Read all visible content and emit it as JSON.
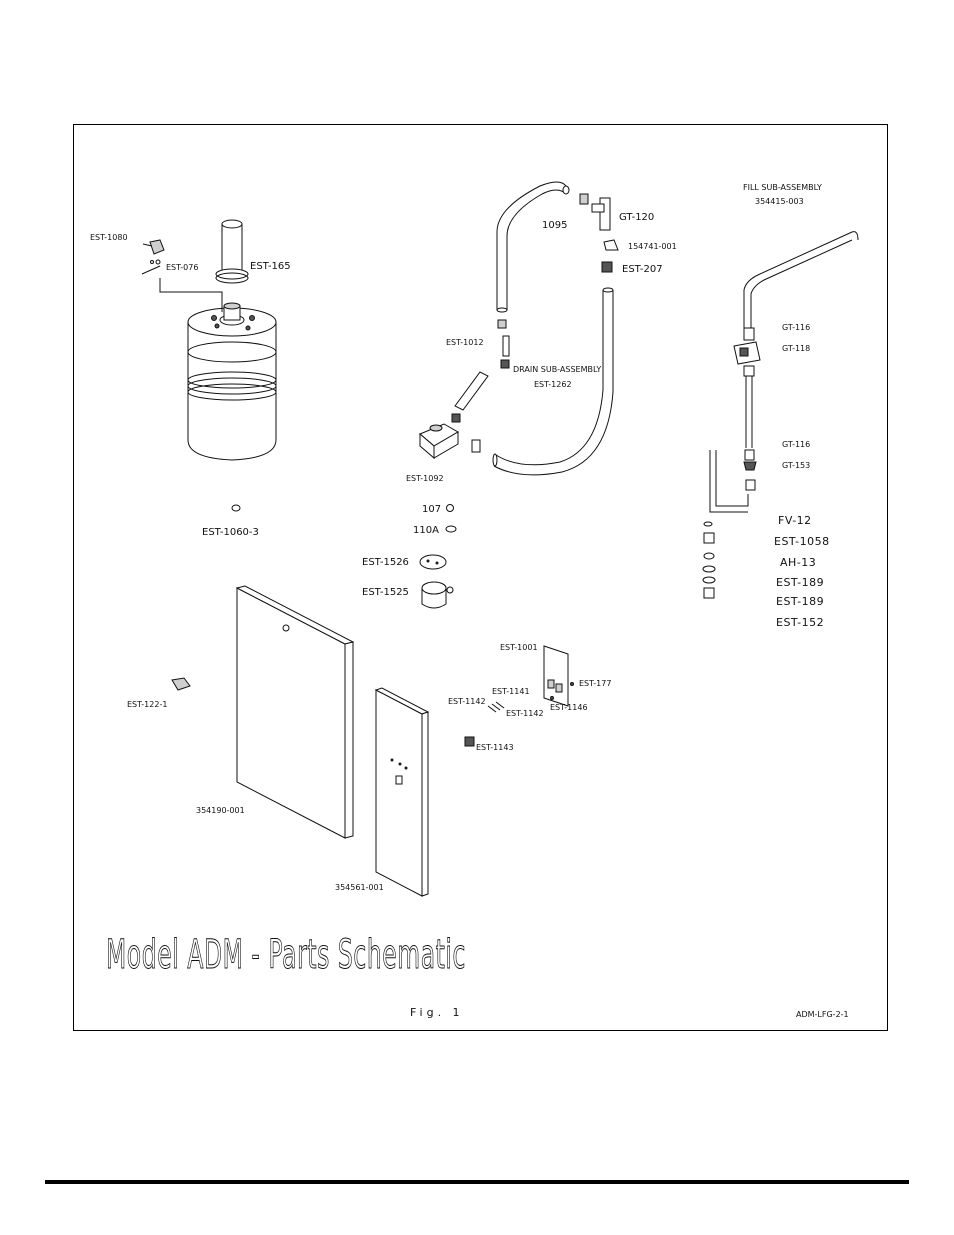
{
  "title": "Model ADM - Parts Schematic",
  "figure_label": "Fig. 1",
  "drawing_id": "ADM-LFG-2-1",
  "fill_sub_assembly": {
    "line1": "FILL SUB-ASSEMBLY",
    "line2": "354415-003"
  },
  "drain_sub_assembly": {
    "line1": "DRAIN SUB-ASSEMBLY",
    "line2": "EST-1262"
  },
  "labels": {
    "est1080": "EST-1080",
    "est076": "EST-076",
    "est165": "EST-165",
    "p1095": "1095",
    "gt120": "GT-120",
    "p154741": "154741-001",
    "est207": "EST-207",
    "est1012": "EST-1012",
    "est1092": "EST-1092",
    "gt116a": "GT-116",
    "gt118": "GT-118",
    "gt116b": "GT-116",
    "gt153": "GT-153",
    "fv12": "FV-12",
    "est1058": "EST-1058",
    "ah13": "AH-13",
    "est189a": "EST-189",
    "est189b": "EST-189",
    "est152": "EST-152",
    "est1060": "EST-1060-3",
    "p107": "107",
    "p110a": "110A",
    "est1526": "EST-1526",
    "est1525": "EST-1525",
    "est1221": "EST-122-1",
    "p354190": "354190-001",
    "p354561": "354561-001",
    "est1001": "EST-1001",
    "est177": "EST-177",
    "est1141": "EST-1141",
    "est1142a": "EST-1142",
    "est1142b": "EST-1142",
    "est1146": "EST-1146",
    "est1143": "EST-1143"
  }
}
